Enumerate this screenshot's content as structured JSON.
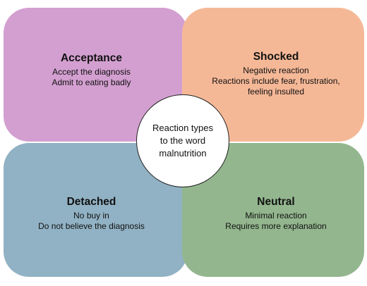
{
  "quadrants": {
    "acceptance": {
      "title": "Acceptance",
      "lines": [
        "Accept the diagnosis",
        "Admit to eating badly"
      ],
      "color": "#d39fd0"
    },
    "shocked": {
      "title": "Shocked",
      "lines": [
        "Negative reaction",
        "Reactions include fear, frustration,",
        "feeling insulted"
      ],
      "color": "#f5b897"
    },
    "detached": {
      "title": "Detached",
      "lines": [
        "No buy in",
        "Do not believe the diagnosis"
      ],
      "color": "#91b2c4"
    },
    "neutral": {
      "title": "Neutral",
      "lines": [
        "Minimal reaction",
        "Requires more explanation"
      ],
      "color": "#93b68e"
    }
  },
  "center": {
    "text": "Reaction types to the word malnutrition"
  }
}
